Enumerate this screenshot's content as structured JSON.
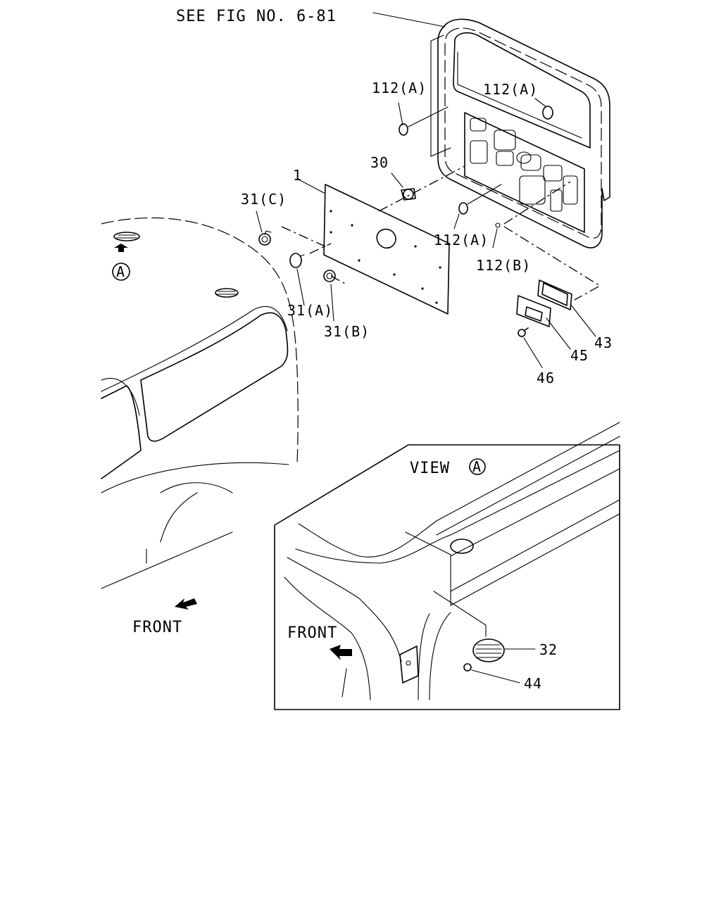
{
  "diagram": {
    "see_fig": "SEE FIG NO. 6-81",
    "labels": {
      "p1": "1",
      "p30": "30",
      "p31c": "31(C)",
      "p31a": "31(A)",
      "p31b": "31(B)",
      "p112a_1": "112(A)",
      "p112a_2": "112(A)",
      "p112a_3": "112(A)",
      "p112b": "112(B)",
      "p43": "43",
      "p45": "45",
      "p46": "46",
      "p32": "32",
      "p44": "44",
      "ref_a": "A"
    },
    "view_label": "VIEW",
    "view_ref": "A",
    "front_main": "FRONT",
    "front_inset": "FRONT"
  }
}
